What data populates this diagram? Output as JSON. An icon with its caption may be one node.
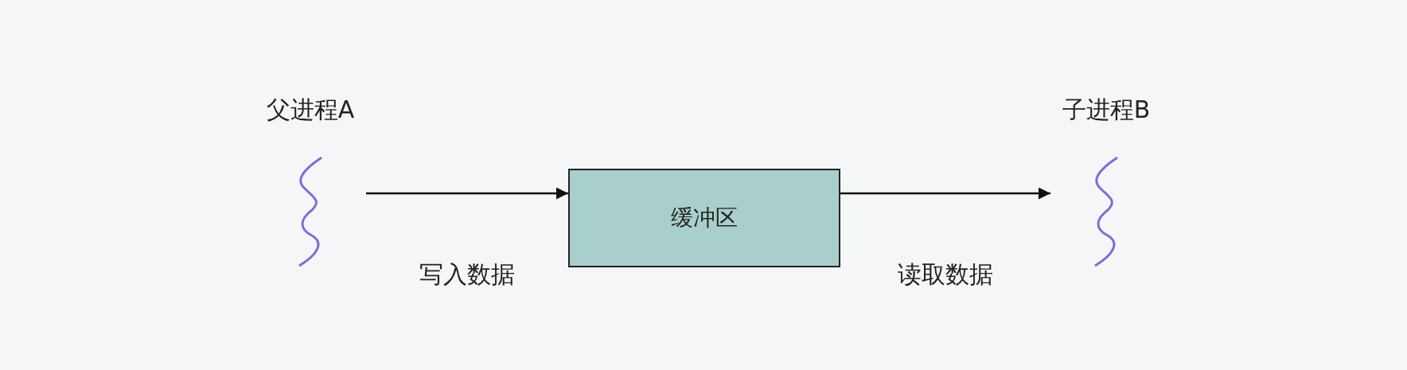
{
  "diagram": {
    "nodes": [
      {
        "text": [
          "父进程A"
        ]
      },
      {
        "text": [
          "缓冲区"
        ]
      },
      {
        "text": [
          "子进程B"
        ]
      }
    ],
    "edges": [
      {
        "from": 0,
        "to": 1,
        "arrow": "to",
        "label": "写入数据"
      },
      {
        "from": 1,
        "to": 2,
        "arrow": "to",
        "label": "读取数据"
      }
    ]
  }
}
